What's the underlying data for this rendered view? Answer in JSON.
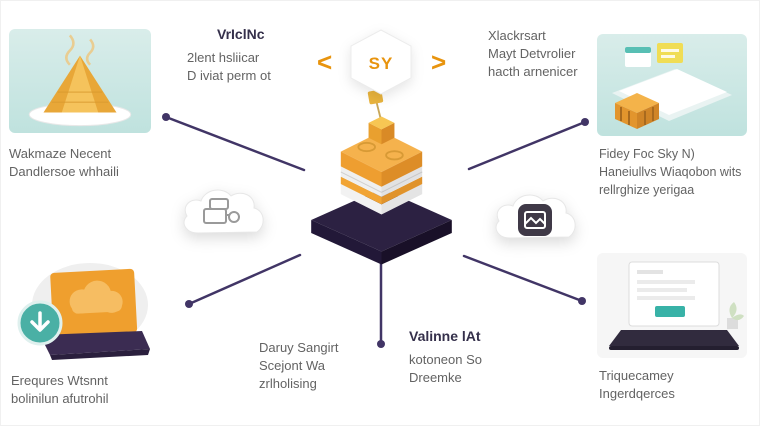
{
  "badge": {
    "text": "SY",
    "chevron_left": "<",
    "chevron_right": ">"
  },
  "labels": {
    "top_left": {
      "lines": [
        "Wakmaze Necent",
        "Dandlersoe whhaili"
      ]
    },
    "top_center": {
      "title": "VrIclNc",
      "lines": [
        "2lent hsliicar",
        "D iviat perm ot"
      ]
    },
    "top_right": {
      "lines": [
        "Xlackrsart",
        "Mayt Detvrolier",
        "hacth arnenicer"
      ]
    },
    "mid_right": {
      "lines": [
        "Fidey Foc Sky N)",
        "Haneiullvs Wiaqobon wits",
        "rellrghize yerigaa"
      ]
    },
    "bottom_left": {
      "lines": [
        "Erequres Wtsnnt",
        "bolinilun afutrohil"
      ]
    },
    "bottom_center_left": {
      "lines": [
        "Daruy Sangirt",
        "Scejont Wa",
        "zrlholising"
      ]
    },
    "bottom_center_right": {
      "title": "Valinne lAt",
      "lines": [
        "kotoneon So",
        "Dreemke"
      ]
    },
    "bottom_right": {
      "lines": [
        "Triquecamey",
        "Ingerdqerces"
      ]
    }
  },
  "icons": {
    "top_left_tile": "incense-pyramid-icon",
    "top_right_tile": "documents-and-crate-icon",
    "left_cloud": "machine-icon",
    "right_cloud": "image-icon",
    "bottom_left_tile": "laptop-download-icon",
    "bottom_right_tile": "monitor-form-icon",
    "center": "layered-stack-illustration"
  },
  "colors": {
    "accent_orange": "#E8940E",
    "stack_orange": "#F2A83C",
    "teal": "#4AB0A5",
    "tile_teal": "#C9E7E4",
    "platform_dark": "#2C2142",
    "connector": "#413566",
    "text_gray": "#636363",
    "text_dark": "#35304B"
  }
}
